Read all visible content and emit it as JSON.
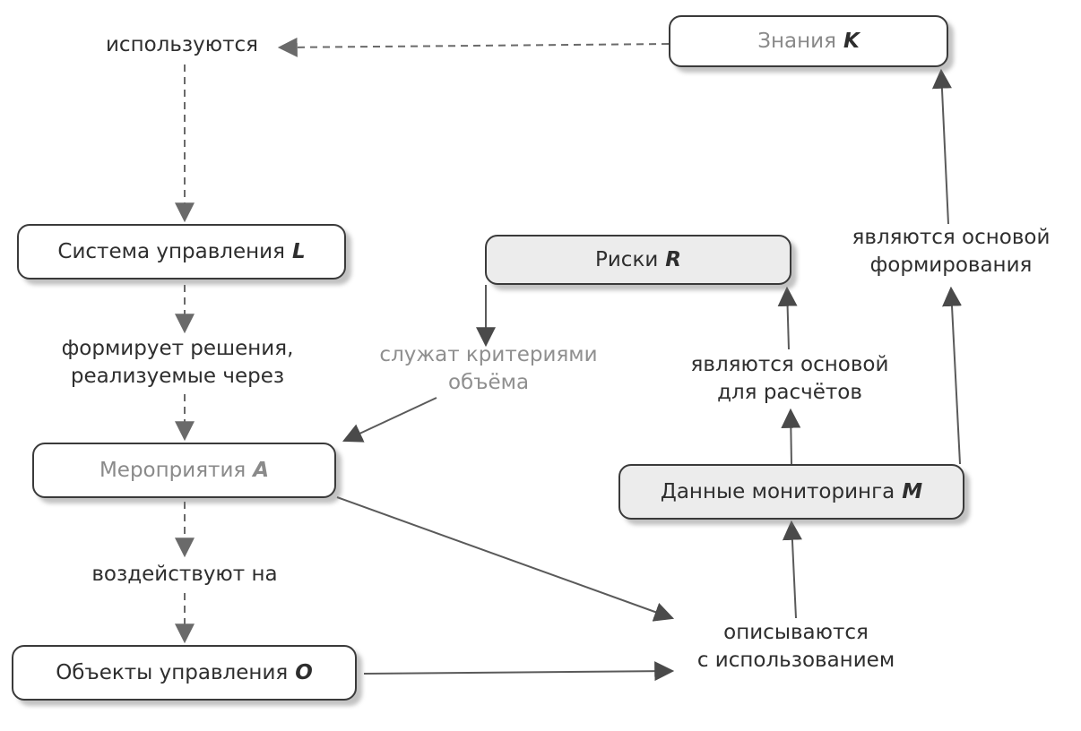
{
  "nodes": {
    "knowledge": {
      "text": "Знания",
      "var": "K"
    },
    "control_system": {
      "text": "Система управления",
      "var": "L"
    },
    "risks": {
      "text": "Риски",
      "var": "R"
    },
    "measures": {
      "text": "Мероприятия",
      "var": "A"
    },
    "monitoring": {
      "text": "Данные мониторинга",
      "var": "M"
    },
    "objects": {
      "text": "Объекты управления",
      "var": "O"
    }
  },
  "labels": {
    "used": [
      "используются"
    ],
    "forms_decisions": [
      "формирует решения,",
      "реализуемые через"
    ],
    "affect": [
      "воздействуют на"
    ],
    "criteria": [
      "служат критериями",
      "объёма"
    ],
    "basis_calc": [
      "являются основой",
      "для расчётов"
    ],
    "basis_form": [
      "являются основой",
      "формирования"
    ],
    "described": [
      "описываются",
      "с использованием"
    ]
  },
  "edges": [
    {
      "from": "knowledge",
      "to": "used",
      "style": "dashed"
    },
    {
      "from": "used",
      "to": "control_system",
      "style": "dashed"
    },
    {
      "from": "control_system",
      "to": "forms_decisions",
      "style": "dashed"
    },
    {
      "from": "forms_decisions",
      "to": "measures",
      "style": "dashed"
    },
    {
      "from": "measures",
      "to": "affect",
      "style": "dashed"
    },
    {
      "from": "affect",
      "to": "objects",
      "style": "dashed"
    },
    {
      "from": "risks",
      "to": "criteria",
      "style": "solid"
    },
    {
      "from": "criteria",
      "to": "measures",
      "style": "solid"
    },
    {
      "from": "measures",
      "to": "described",
      "style": "solid"
    },
    {
      "from": "objects",
      "to": "described",
      "style": "solid"
    },
    {
      "from": "described",
      "to": "monitoring",
      "style": "solid"
    },
    {
      "from": "monitoring",
      "to": "basis_calc",
      "style": "solid"
    },
    {
      "from": "basis_calc",
      "to": "risks",
      "style": "solid"
    },
    {
      "from": "monitoring",
      "to": "basis_form",
      "style": "solid"
    },
    {
      "from": "basis_form",
      "to": "knowledge",
      "style": "solid"
    }
  ],
  "colors": {
    "line": "#5a5a5a",
    "arrowhead": "#4a4a4a",
    "box_border": "#3a3a3a",
    "shaded_fill": "#ececec",
    "muted_text": "#8a8a8a"
  }
}
